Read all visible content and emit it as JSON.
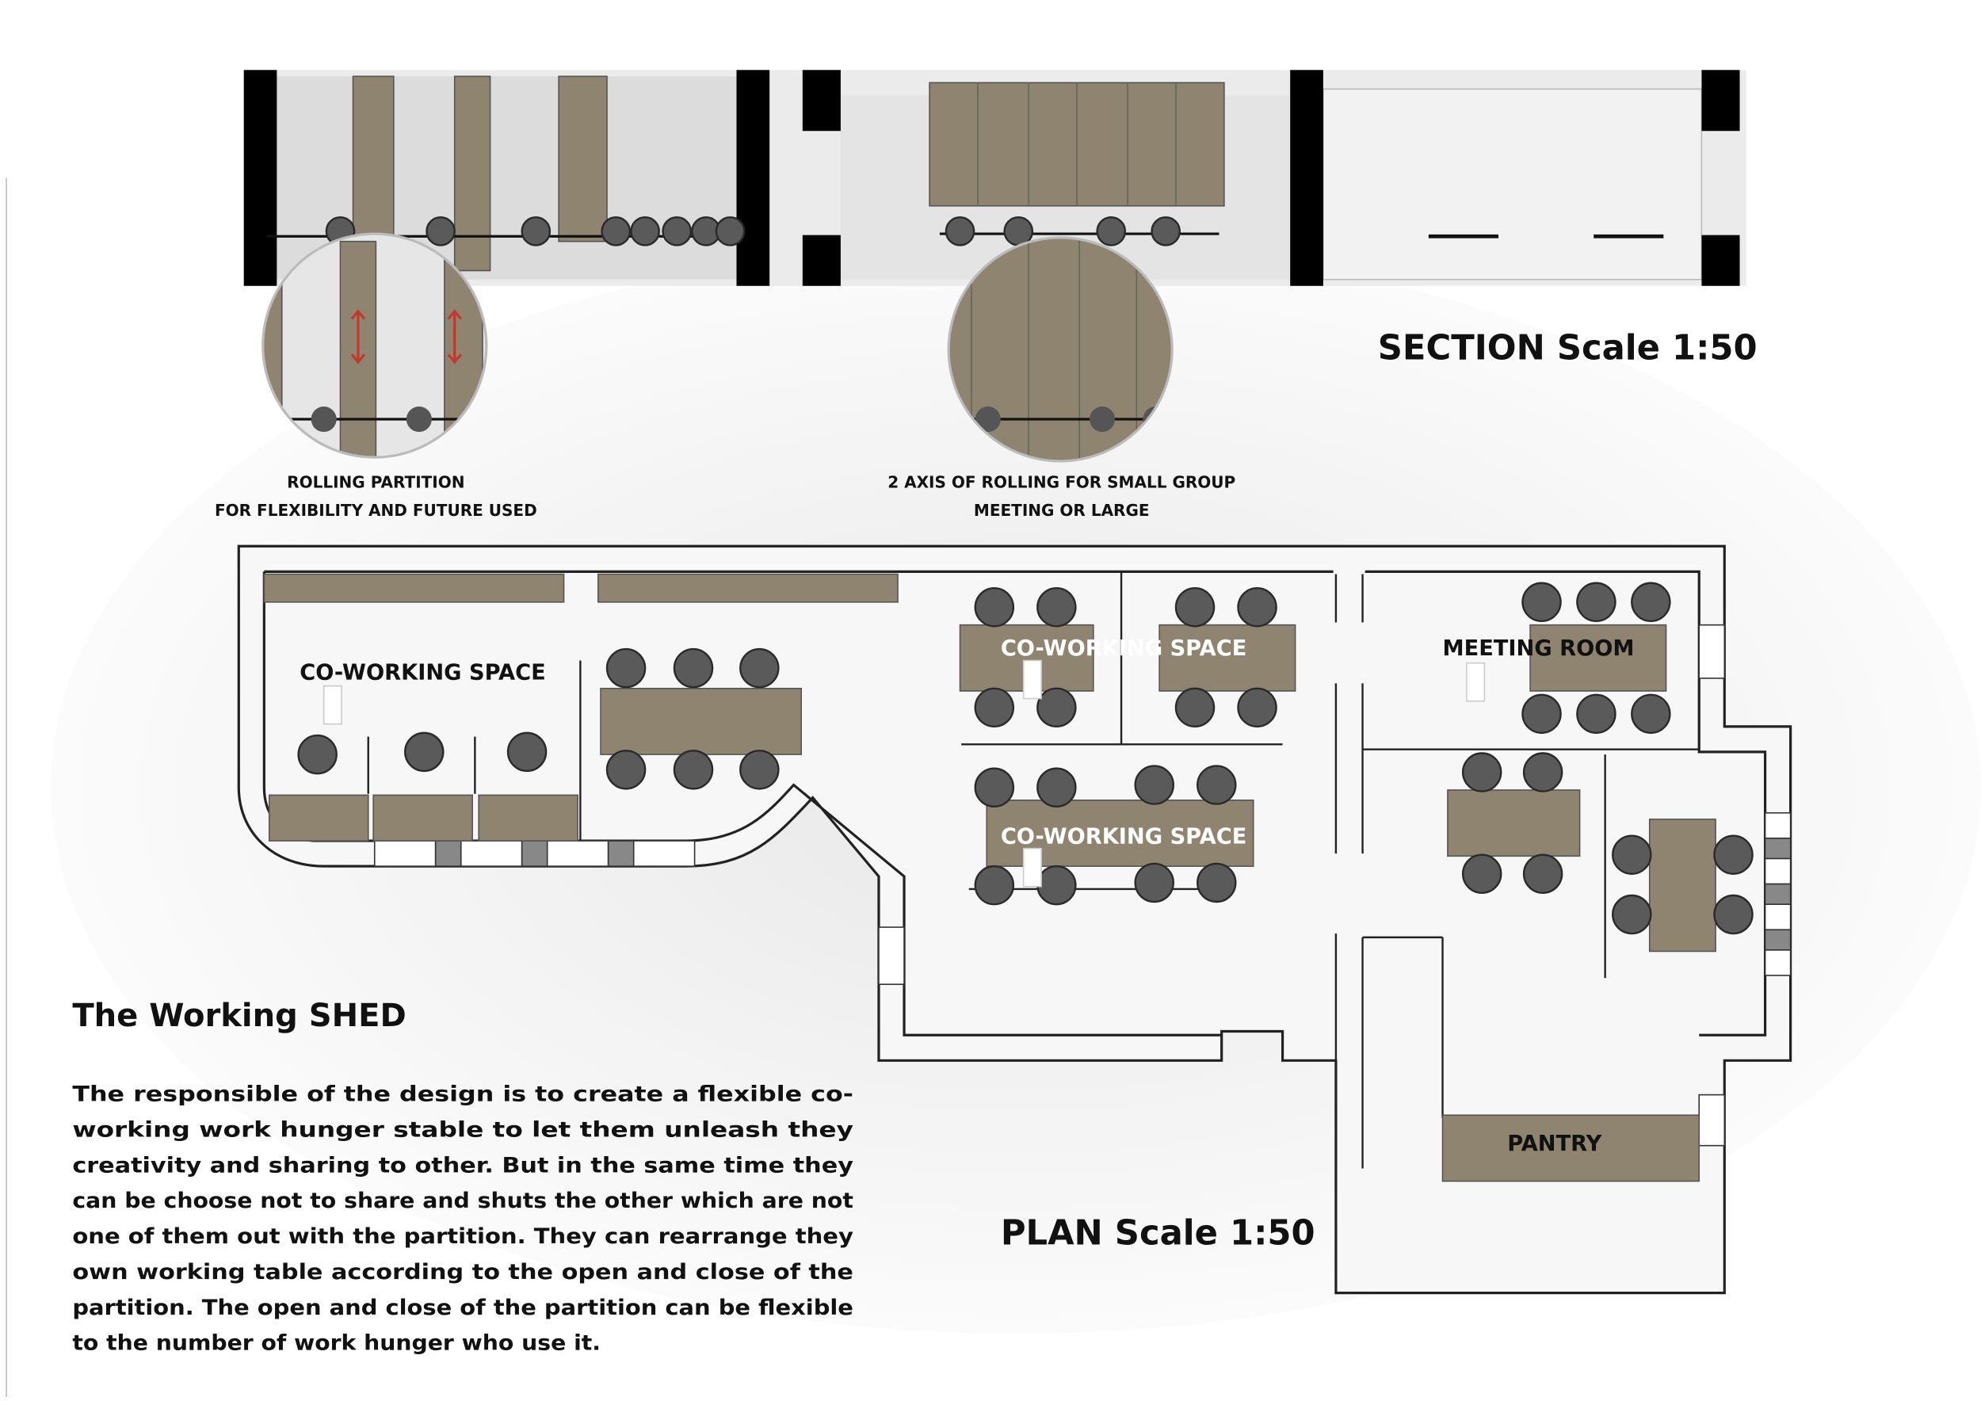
{
  "section": {
    "title": "SECTION Scale 1:50",
    "callouts": [
      {
        "line1": "ROLLING PARTITION",
        "line2": "FOR FLEXIBILITY AND FUTURE USED"
      },
      {
        "line1": "2 AXIS OF ROLLING FOR SMALL GROUP",
        "line2": "MEETING OR LARGE"
      }
    ]
  },
  "plan": {
    "title": "PLAN Scale 1:50",
    "rooms": {
      "coworking_1": "CO-WORKING SPACE",
      "coworking_2": "CO-WORKING SPACE",
      "coworking_3": "CO-WORKING SPACE",
      "meeting": "MEETING ROOM",
      "pantry": "PANTRY"
    }
  },
  "description": {
    "title": "The Working SHED",
    "lines": [
      "The responsible of the design is to create a flexible co-",
      "working work hunger stable to let them unleash they",
      "creativity and sharing to other. But in the same time they",
      "can be choose not to share and shuts the other which are not",
      "one of them out with the partition. They can rearrange they",
      "own working table according to the open and close of the",
      "partition. The open and close of the partition can be flexible",
      "to the number of work hunger who use it."
    ]
  },
  "colors": {
    "tan": "#8f8470",
    "wall": "#222222",
    "accent_arrow": "#c0392b"
  }
}
